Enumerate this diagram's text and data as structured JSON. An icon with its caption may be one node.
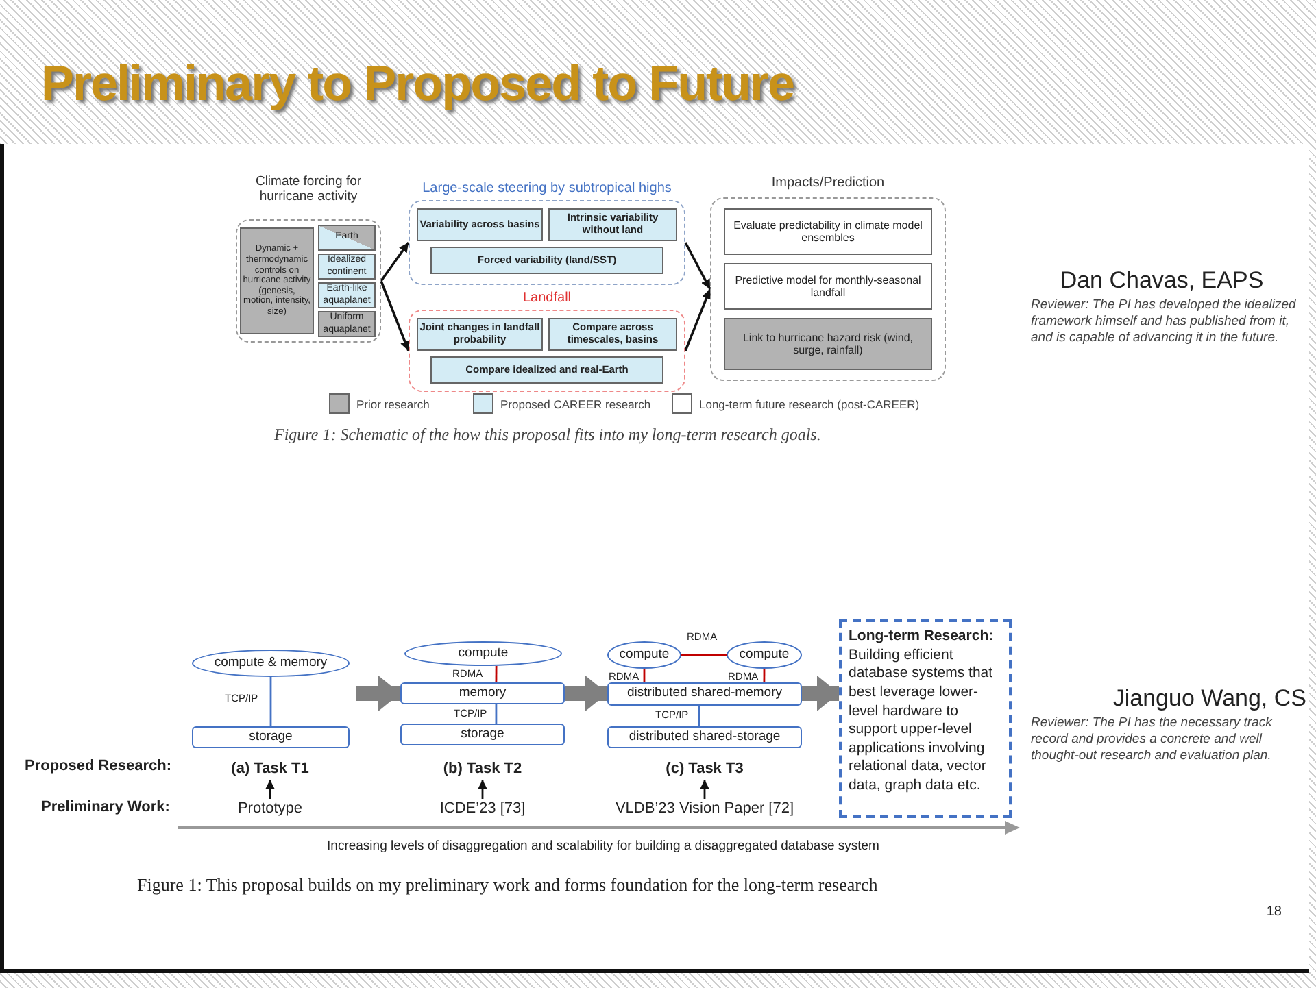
{
  "diagram": {
    "title": "Preliminary to Proposed to Future",
    "nodes": [
      {
        "text": [
          "Climate forcing for hurricane activity"
        ]
      },
      {
        "text": [
          "Dynamic + thermodynamic controls on hurricane activity (genesis, motion, intensity, size)"
        ],
        "in": 0
      },
      {
        "text": [
          "Earth"
        ],
        "in": 0
      },
      {
        "text": [
          "Idealized continent"
        ],
        "in": 0
      },
      {
        "text": [
          "Earth-like aquaplanet"
        ],
        "in": 0
      },
      {
        "text": [
          "Uniform aquaplanet"
        ],
        "in": 0
      },
      {
        "text": [
          "Large-scale steering by subtropical highs"
        ]
      },
      {
        "text": [
          "Variability across basins"
        ],
        "in": 6
      },
      {
        "text": [
          "Intrinsic variability without land"
        ],
        "in": 6
      },
      {
        "text": [
          "Forced variability (land/SST)"
        ],
        "in": 6
      },
      {
        "text": [
          "Landfall"
        ]
      },
      {
        "text": [
          "Joint changes in landfall probability"
        ],
        "in": 10
      },
      {
        "text": [
          "Compare across timescales, basins"
        ],
        "in": 10
      },
      {
        "text": [
          "Compare idealized and real-Earth"
        ],
        "in": 10
      },
      {
        "text": [
          "Impacts/Prediction"
        ]
      },
      {
        "text": [
          "Evaluate predictability in climate model ensembles"
        ],
        "in": 14
      },
      {
        "text": [
          "Predictive model for monthly-seasonal landfall"
        ],
        "in": 14
      },
      {
        "text": [
          "Link to hurricane hazard risk (wind, surge, rainfall)"
        ],
        "in": 14
      },
      {
        "text": [
          "compute & memory"
        ]
      },
      {
        "text": [
          "storage"
        ]
      },
      {
        "text": [
          "compute"
        ]
      },
      {
        "text": [
          "memory"
        ]
      },
      {
        "text": [
          "storage"
        ]
      },
      {
        "text": [
          "compute"
        ]
      },
      {
        "text": [
          "compute"
        ]
      },
      {
        "text": [
          "distributed shared-memory"
        ]
      },
      {
        "text": [
          "distributed shared-storage"
        ]
      },
      {
        "text": [
          "Long-term Research:",
          "Building efficient database systems that best leverage lower-level hardware to support upper-level applications involving relational data, vector data, graph data etc."
        ]
      },
      {
        "text": [
          "(a) Task T1"
        ]
      },
      {
        "text": [
          "(b) Task T2"
        ]
      },
      {
        "text": [
          "(c) Task T3"
        ]
      },
      {
        "text": [
          "Prototype"
        ]
      },
      {
        "text": [
          "ICDE’23 [73]"
        ]
      },
      {
        "text": [
          "VLDB’23 Vision Paper [72]"
        ]
      }
    ],
    "edges": [
      {
        "from": 0,
        "to": 6,
        "arrow": "to"
      },
      {
        "from": 0,
        "to": 10,
        "arrow": "to"
      },
      {
        "from": 6,
        "to": 14,
        "arrow": "to"
      },
      {
        "from": 10,
        "to": 14,
        "arrow": "to"
      },
      {
        "from": 18,
        "to": 19,
        "arrow": "none",
        "label": "TCP/IP",
        "color": "#4472c4"
      },
      {
        "from": 20,
        "to": 21,
        "arrow": "none",
        "label": "RDMA",
        "color": "#c00000"
      },
      {
        "from": 21,
        "to": 22,
        "arrow": "none",
        "label": "TCP/IP",
        "color": "#4472c4"
      },
      {
        "from": 23,
        "to": 24,
        "arrow": "none",
        "label": "RDMA",
        "color": "#c00000"
      },
      {
        "from": 23,
        "to": 25,
        "arrow": "none",
        "label": "RDMA",
        "color": "#c00000"
      },
      {
        "from": 24,
        "to": 25,
        "arrow": "none",
        "label": "RDMA",
        "color": "#c00000"
      },
      {
        "from": 25,
        "to": 26,
        "arrow": "none",
        "label": "TCP/IP",
        "color": "#4472c4"
      },
      {
        "from": null,
        "to": 21,
        "arrow": "to",
        "style": "thick",
        "color": "#808080"
      },
      {
        "from": 21,
        "to": 25,
        "arrow": "to",
        "style": "thick",
        "color": "#808080"
      },
      {
        "from": 25,
        "to": 27,
        "arrow": "to",
        "style": "thick",
        "color": "#808080"
      },
      {
        "from": 31,
        "to": 28,
        "arrow": "to"
      },
      {
        "from": 32,
        "to": 29,
        "arrow": "to"
      },
      {
        "from": 33,
        "to": 30,
        "arrow": "to"
      }
    ],
    "labels": [
      "Dan Chavas, EAPS",
      "Reviewer: The PI has developed the idealized framework himself and has published from it, and is capable of advancing it in the future.",
      "Figure 1: Schematic of the how this proposal fits into my long-term research goals.",
      "Jianguo Wang, CS",
      "Reviewer: The PI has the necessary track record and provides a concrete and well thought-out research and evaluation plan.",
      "Proposed Research:",
      "Preliminary Work:",
      "Increasing levels of disaggregation and scalability for building a disaggregated database system",
      "Figure 1: This proposal builds on my preliminary work and forms foundation for the long-term research",
      "18"
    ],
    "legend": [
      {
        "text": "Prior research",
        "color": "#b3b3b3"
      },
      {
        "text": "Proposed CAREER research",
        "color": "#d4ecf5"
      },
      {
        "text": "Long-term future research (post-CAREER)",
        "color": "#ffffff"
      }
    ]
  }
}
